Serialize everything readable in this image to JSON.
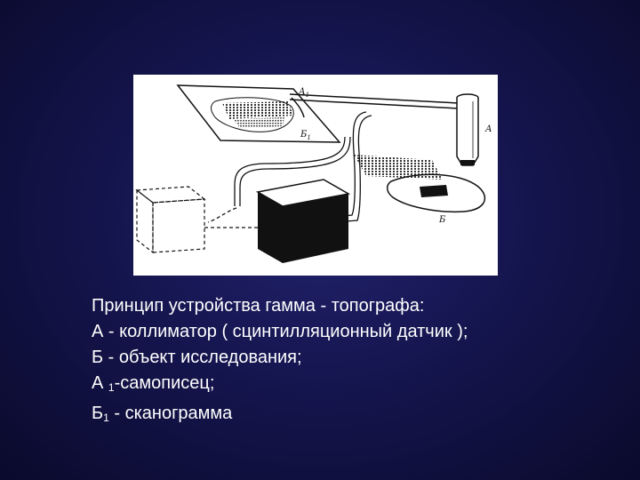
{
  "slide": {
    "background_color": "#15154f",
    "text_color": "#ffffff"
  },
  "diagram": {
    "labels": {
      "a1": "А",
      "a1_sub": "1",
      "b1": "Б",
      "b1_sub": "1",
      "a": "А",
      "b": "Б"
    }
  },
  "caption": {
    "line1": "Принцип устройства гамма - топографа:",
    "line2": "А - коллиматор ( сцинтилляционный датчик );",
    "line3": "Б - объект исследования;",
    "line4_a": "А ",
    "line4_sub": "1",
    "line4_b": "-самописец;",
    "line5_a": "Б",
    "line5_sub": "1",
    "line5_b": " - сканограмма"
  }
}
